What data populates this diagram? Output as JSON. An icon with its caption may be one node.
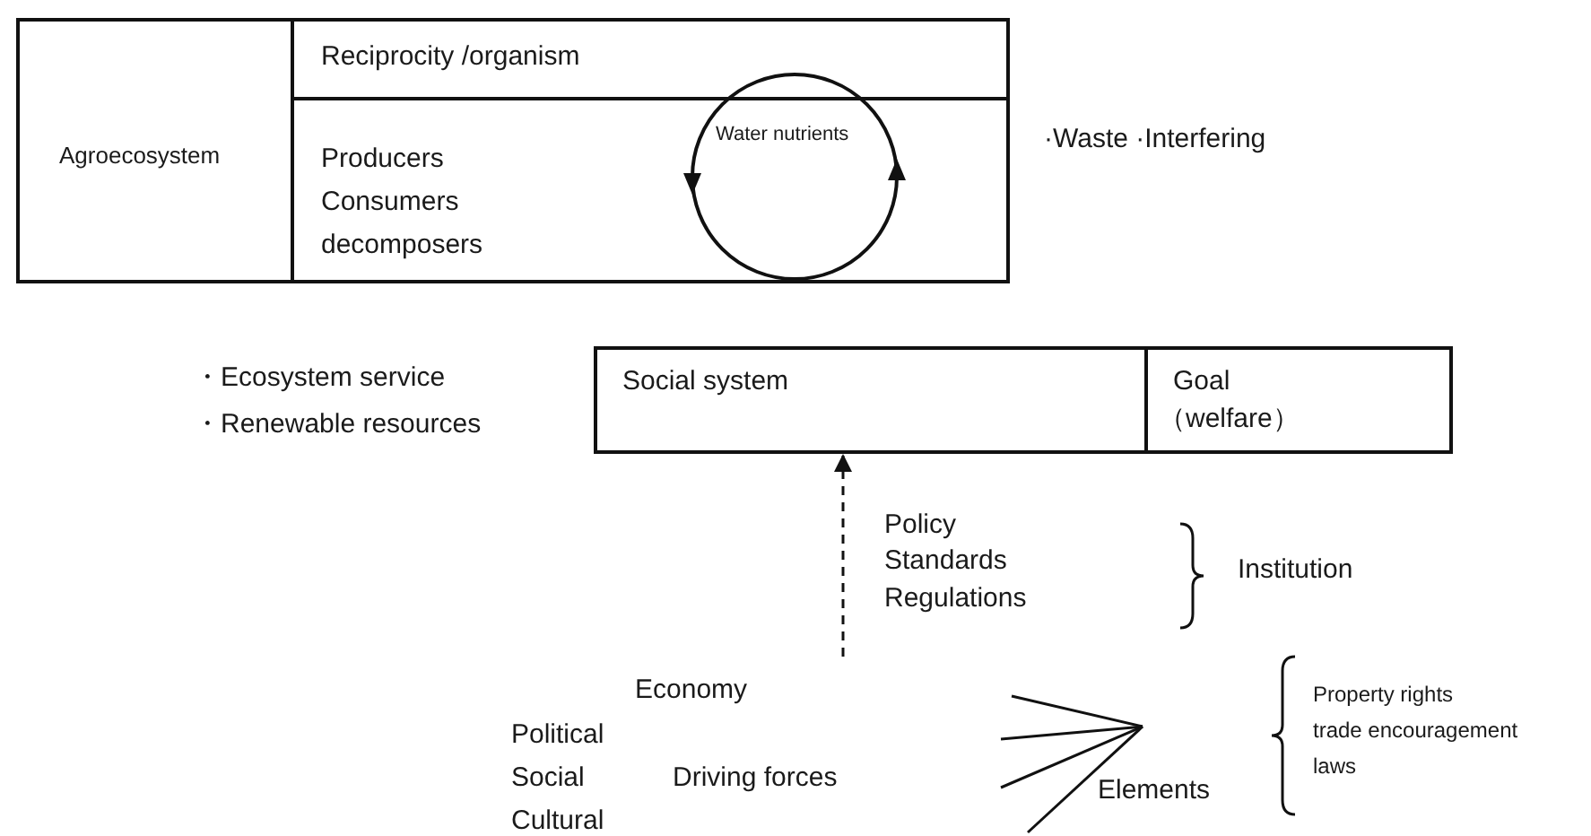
{
  "diagram": {
    "nodes": [
      {
        "text": [
          "Agroecosystem"
        ]
      },
      {
        "text": [
          "Reciprocity /organism"
        ]
      },
      {
        "text": [
          "Producers",
          "Consumers",
          "decomposers"
        ]
      },
      {
        "text": [
          "Water nutrients"
        ]
      },
      {
        "text": [
          "Social system"
        ]
      },
      {
        "text": [
          "Goal",
          "（welfare）"
        ]
      }
    ],
    "edges": [
      {
        "from": null,
        "to": 4,
        "arrow": "to",
        "style": "dashed"
      }
    ],
    "labels": [
      "·Waste ·Interfering",
      "・Ecosystem service",
      "・Renewable resources",
      "Policy",
      "Standards",
      "Regulations",
      "Institution",
      "Economy",
      "Political",
      "Social",
      "Driving forces",
      "Cultural",
      "Elements",
      "Property rights",
      "trade encouragement",
      "laws"
    ]
  }
}
